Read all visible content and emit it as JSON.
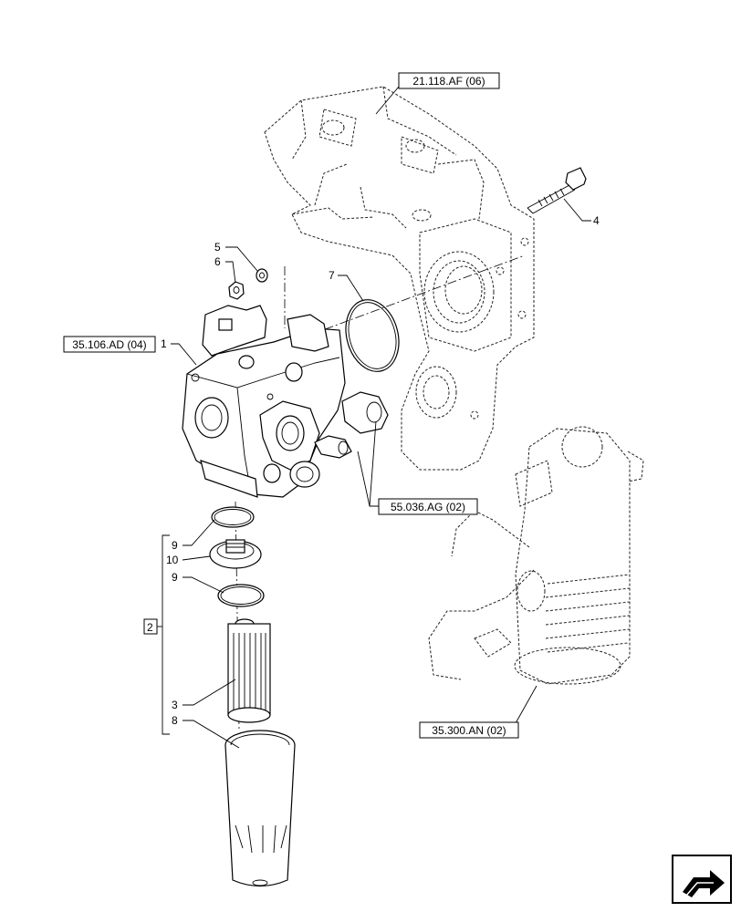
{
  "references": {
    "transmission_housing": "21.118.AF (06)",
    "pump": "35.106.AD (04)",
    "connector": "55.036.AG (02)",
    "filter_housing": "35.300.AN (02)"
  },
  "callouts": {
    "n1": "1",
    "n2": "2",
    "n3": "3",
    "n4": "4",
    "n5": "5",
    "n6": "6",
    "n7": "7",
    "n8": "8",
    "n9a": "9",
    "n9b": "9",
    "n10": "10"
  },
  "icons": {
    "nav": "next-page-arrow-icon"
  }
}
